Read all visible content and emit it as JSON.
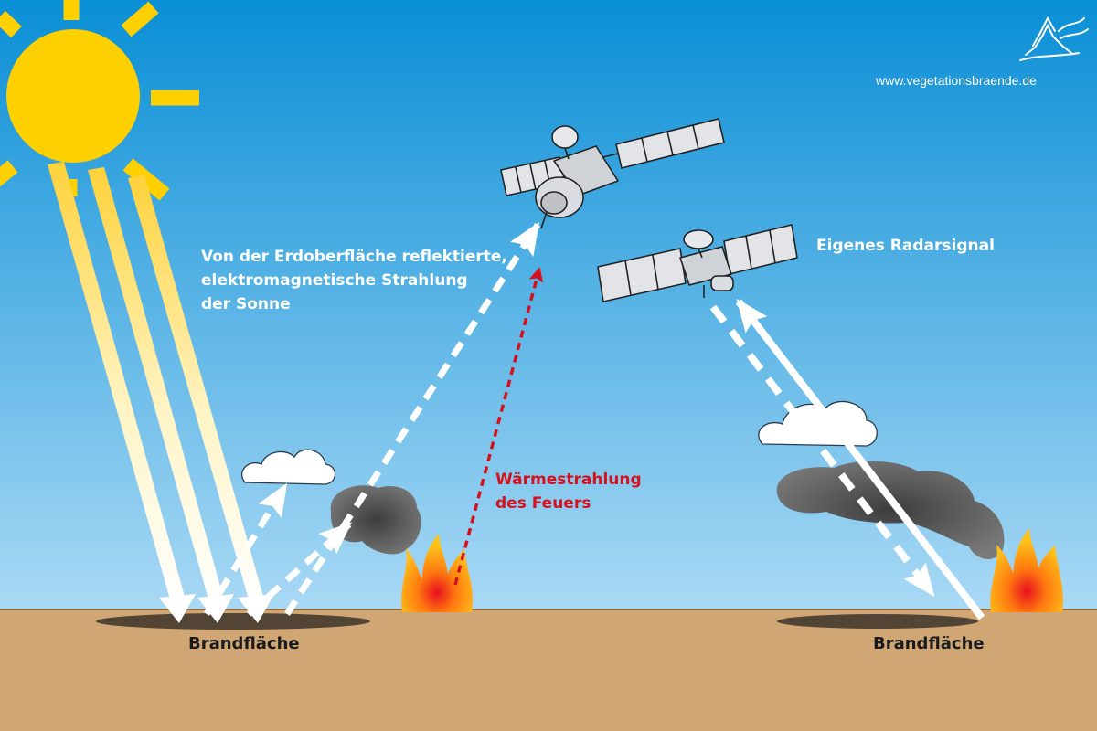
{
  "labels": {
    "reflected": [
      "Von der Erdoberfläche reflektierte,",
      "elektromagnetische Strahlung",
      "der Sonne"
    ],
    "radar": "Eigenes Radarsignal",
    "heat": [
      "Wärmestrahlung",
      "des Feuers"
    ],
    "burn_left": "Brandfläche",
    "burn_right": "Brandfläche"
  },
  "logo": {
    "website": "www.vegetationsbraende.de"
  },
  "colors": {
    "sky_top": "#0a8fd6",
    "sky_bottom": "#a9d9f5",
    "ground": "#cfa674",
    "sun": "#ffd000",
    "sun_rays": "#ffd23a",
    "heat_arrow": "#d4111c",
    "label_heat": "#d4111c",
    "label_dark": "#1a1a1a"
  },
  "icons": [
    "sun-icon",
    "satellite-optical-icon",
    "satellite-radar-icon",
    "cloud-icon",
    "smoke-icon",
    "fire-icon",
    "logo-tree-icon"
  ]
}
